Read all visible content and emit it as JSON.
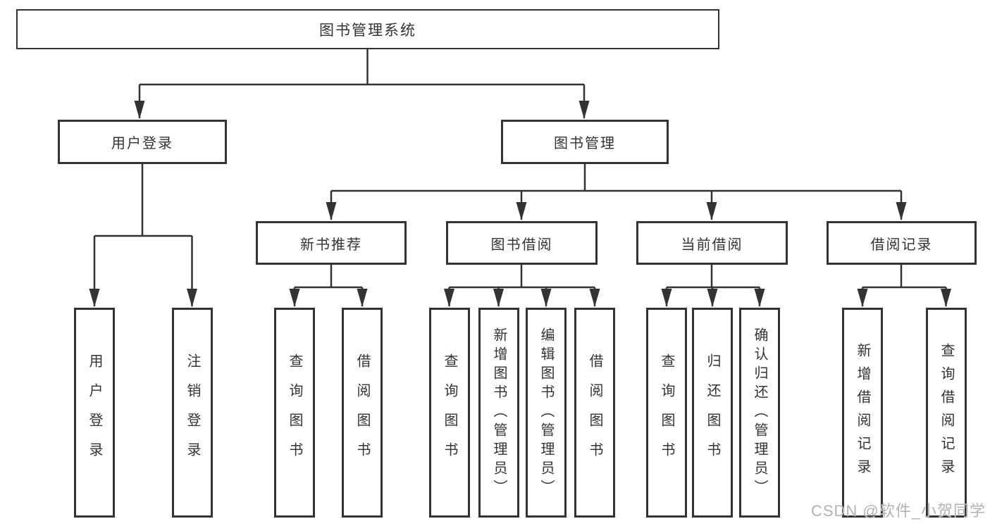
{
  "colors": {
    "line": "#333333",
    "box_border": "#333333",
    "text": "#333333",
    "background": "#ffffff",
    "watermark": "#b3b3b3"
  },
  "diagram": {
    "root": {
      "label": "图书管理系统"
    },
    "user_login": {
      "label": "用户登录",
      "children": [
        {
          "label": "用户登录"
        },
        {
          "label": "注销登录"
        }
      ]
    },
    "book_management": {
      "label": "图书管理",
      "children": [
        {
          "label": "新书推荐",
          "children": [
            {
              "label": "查询图书"
            },
            {
              "label": "借阅图书"
            }
          ]
        },
        {
          "label": "图书借阅",
          "children": [
            {
              "label": "查询图书"
            },
            {
              "label": "新增图书（管理员）"
            },
            {
              "label": "编辑图书（管理员）"
            },
            {
              "label": "借阅图书"
            }
          ]
        },
        {
          "label": "当前借阅",
          "children": [
            {
              "label": "查询图书"
            },
            {
              "label": "归还图书"
            },
            {
              "label": "确认归还（管理员）"
            }
          ]
        },
        {
          "label": "借阅记录",
          "children": [
            {
              "label": "新增借阅记录"
            },
            {
              "label": "查询借阅记录"
            }
          ]
        }
      ]
    }
  },
  "watermark": {
    "text": "CSDN @软件_小贺同学"
  }
}
